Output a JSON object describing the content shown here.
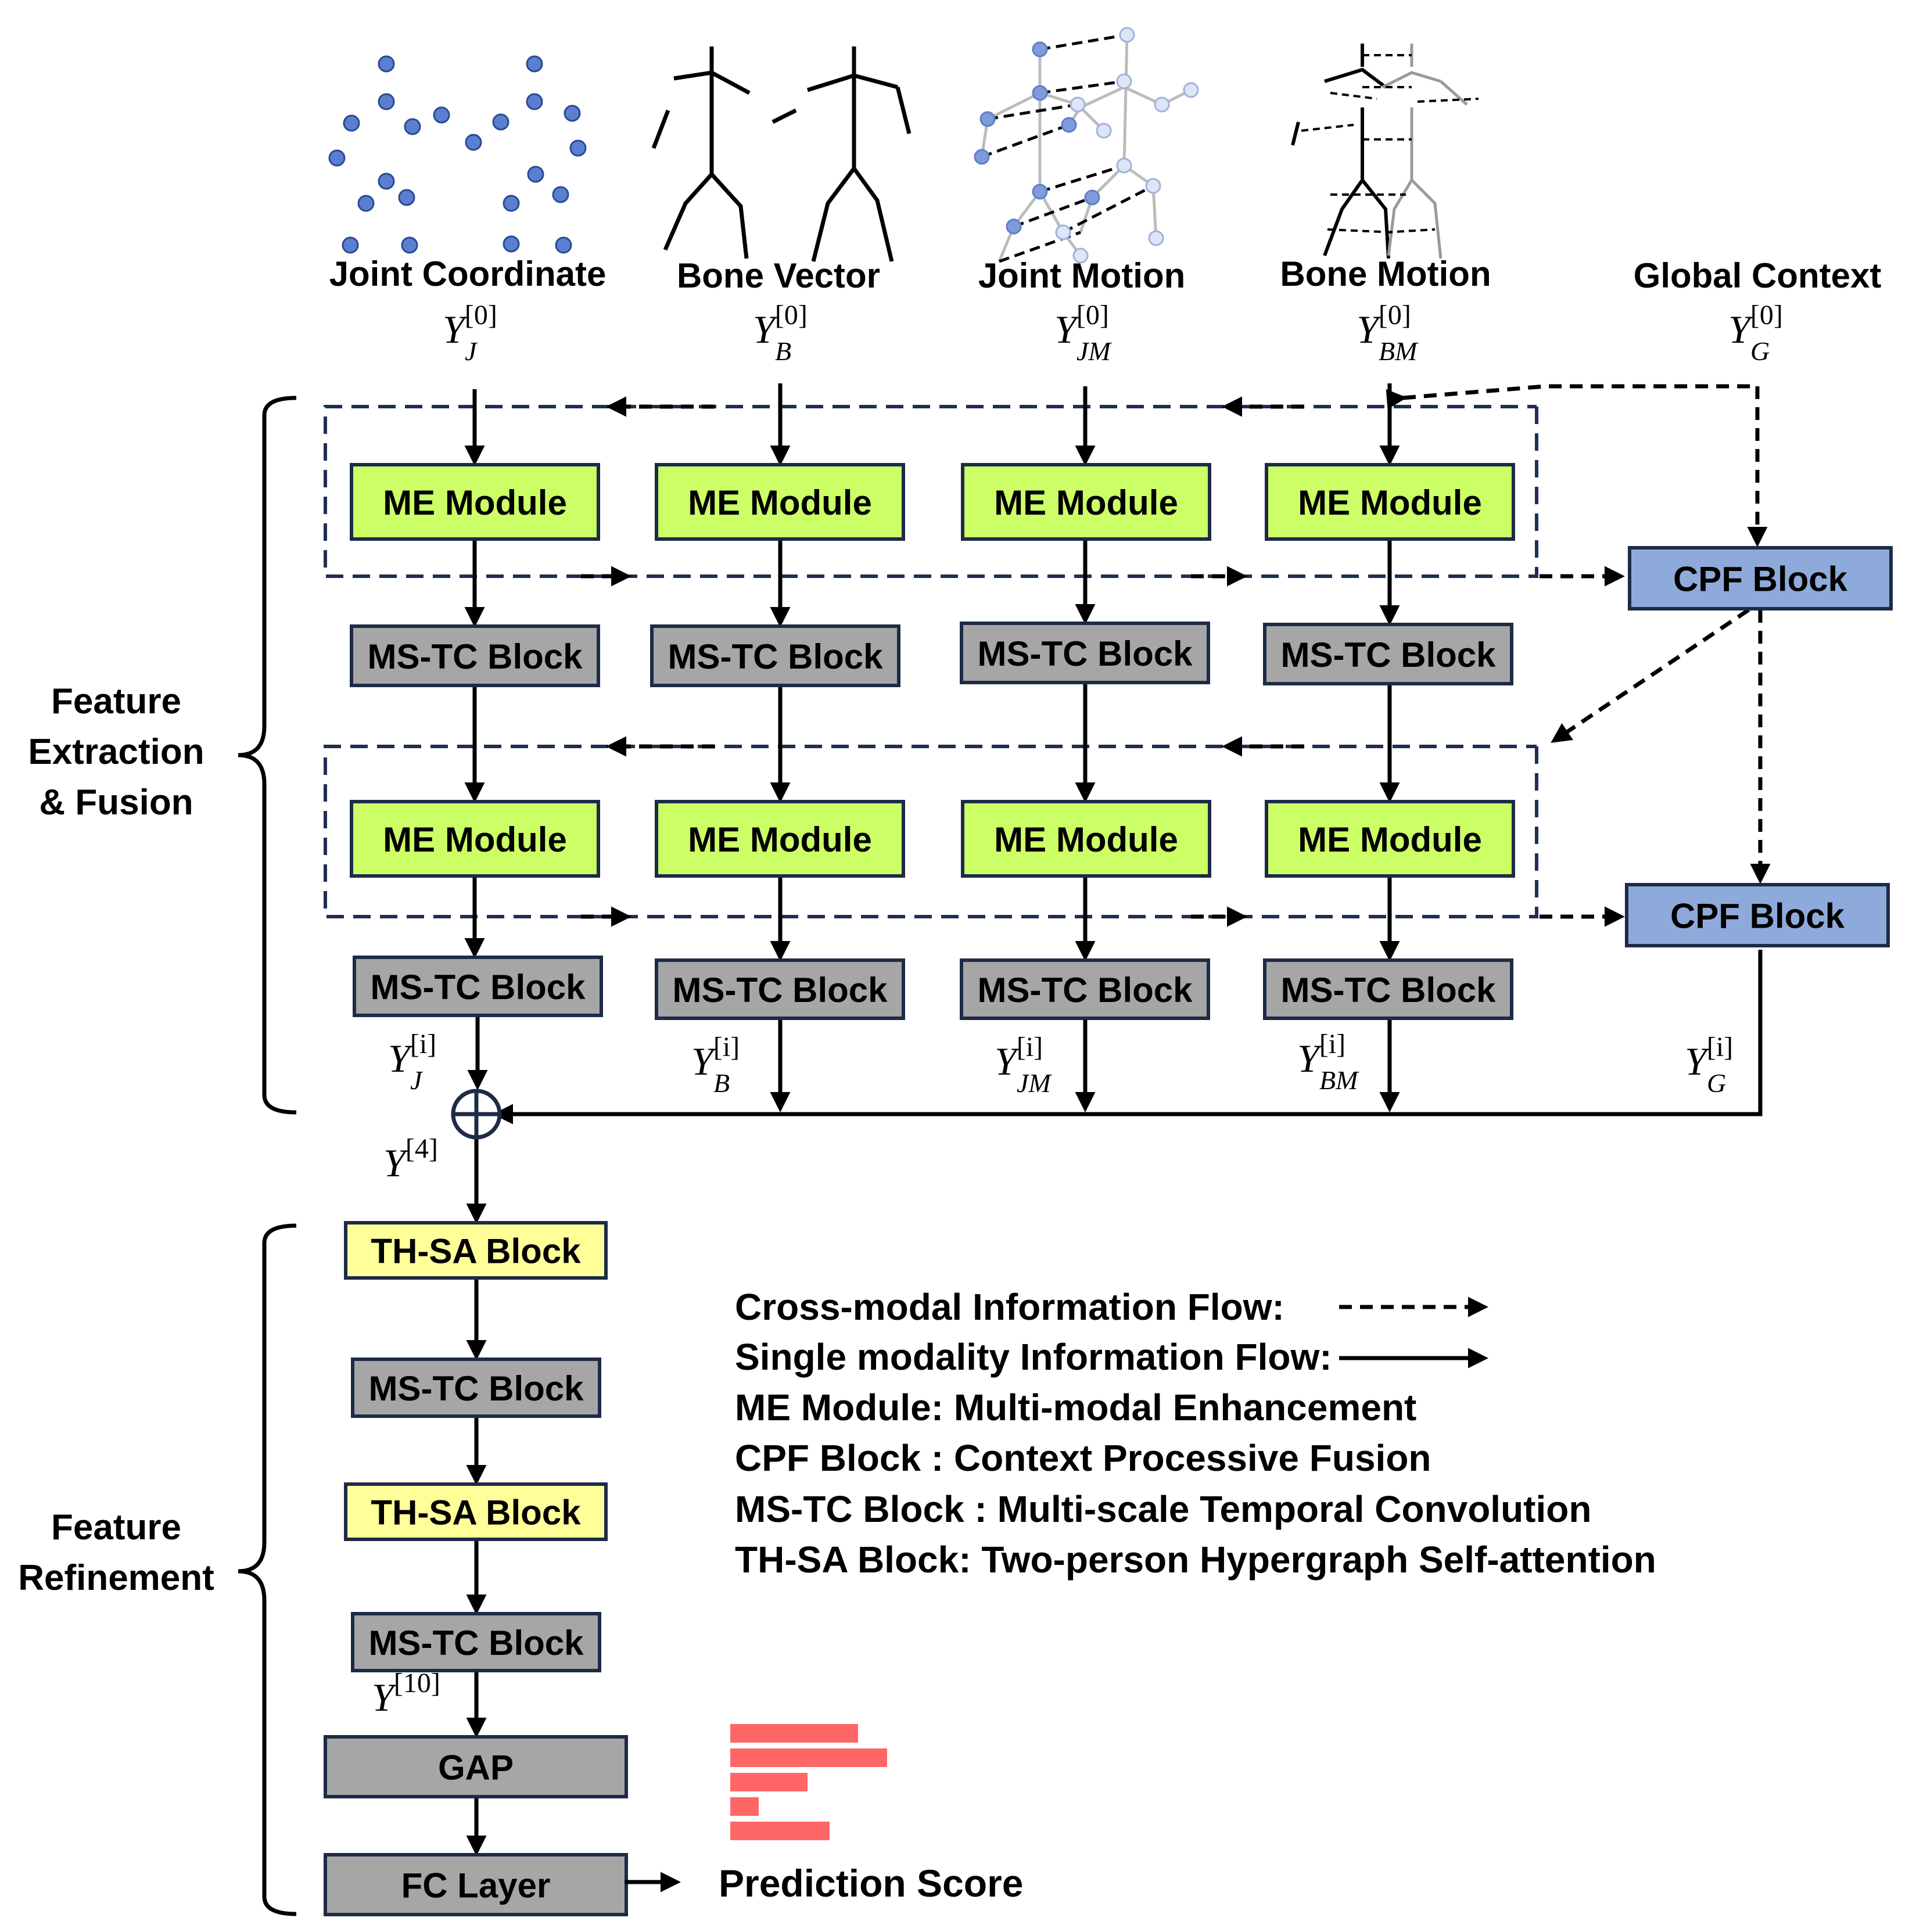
{
  "colors": {
    "me_module": "#ccff66",
    "ms_tc_block": "#a6a6a6",
    "cpf_block": "#8eaadb",
    "th_sa_block": "#ffff99",
    "prediction_bars": "#ff6666",
    "dashed_frame": "#1f2f52",
    "joint_dot": "#5a7fd0"
  },
  "modalities": [
    {
      "label": "Joint Coordinate",
      "symbol": "Y",
      "subscript": "J",
      "superscript": "[0]"
    },
    {
      "label": "Bone Vector",
      "symbol": "Y",
      "subscript": "B",
      "superscript": "[0]"
    },
    {
      "label": "Joint Motion",
      "symbol": "Y",
      "subscript": "JM",
      "superscript": "[0]"
    },
    {
      "label": "Bone Motion",
      "symbol": "Y",
      "subscript": "BM",
      "superscript": "[0]"
    },
    {
      "label": "Global Context",
      "symbol": "Y",
      "subscript": "G",
      "superscript": "[0]"
    }
  ],
  "outputs": [
    {
      "symbol": "Y",
      "subscript": "J",
      "superscript": "[i]"
    },
    {
      "symbol": "Y",
      "subscript": "B",
      "superscript": "[i]"
    },
    {
      "symbol": "Y",
      "subscript": "JM",
      "superscript": "[i]"
    },
    {
      "symbol": "Y",
      "subscript": "BM",
      "superscript": "[i]"
    },
    {
      "symbol": "Y",
      "subscript": "G",
      "superscript": "[i]"
    }
  ],
  "blocks": {
    "me_module": "ME Module",
    "ms_tc_block": "MS-TC Block",
    "cpf_block": "CPF Block",
    "th_sa_block": "TH-SA Block",
    "gap": "GAP",
    "fc_layer": "FC Layer"
  },
  "fused": {
    "symbol": "Y",
    "superscript": "[4]"
  },
  "refined": {
    "symbol": "Y",
    "superscript": "[10]"
  },
  "stages": {
    "extraction": [
      "Feature",
      "Extraction",
      "& Fusion"
    ],
    "refinement": [
      "Feature",
      "Refinement"
    ]
  },
  "prediction_label": "Prediction Score",
  "prediction_scores": [
    0.76,
    0.93,
    0.46,
    0.17,
    0.59
  ],
  "legend": {
    "cross_modal": "Cross-modal Information Flow:",
    "single_modal": "Single modality Information Flow:",
    "definitions": [
      "ME Module: Multi-modal Enhancement",
      "CPF Block : Context Processive Fusion",
      "MS-TC Block : Multi-scale Temporal Convolution",
      "TH-SA Block: Two-person Hypergraph Self-attention"
    ]
  }
}
